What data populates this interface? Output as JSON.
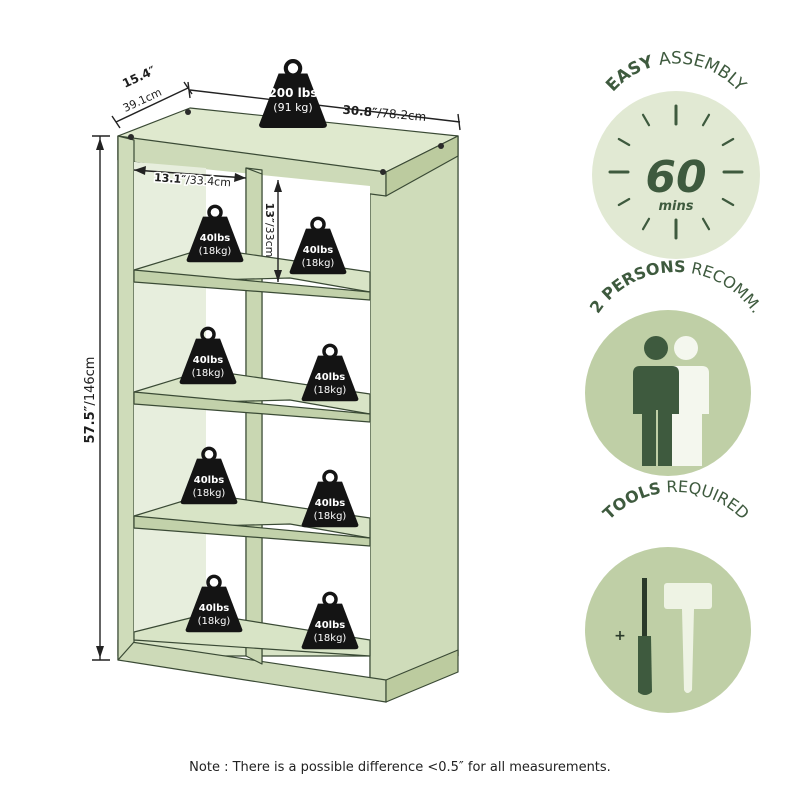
{
  "shelf": {
    "top_load": {
      "primary": "200 lbs",
      "secondary": "(91 kg)"
    },
    "cube_load": {
      "primary": "40lbs",
      "secondary": "(18kg)"
    },
    "depth": {
      "primary": "15.4″",
      "secondary": "39.1cm"
    },
    "width": {
      "primary": "30.8″",
      "secondary": "/78.2cm"
    },
    "height": {
      "primary": "57.5″",
      "secondary": "/146cm"
    },
    "cube_width": {
      "primary": "13.1″",
      "secondary": "/33.4cm"
    },
    "cube_height": {
      "primary": "13″",
      "secondary": "/33cm"
    }
  },
  "badges": [
    {
      "bold": "EASY",
      "rest": " ASSEMBLY",
      "value": "60",
      "unit": "mins"
    },
    {
      "bold": "2 PERSONS",
      "rest": " RECOMM."
    },
    {
      "bold": "TOOLS",
      "rest": " REQUIRED"
    }
  ],
  "colors": {
    "shelf_fill": "#d8e4c6",
    "shelf_edge": "#3a4a35",
    "badge_light": "#e1e9d3",
    "badge_mid": "#bfcfa6",
    "badge_dark": "#3e5a3e",
    "weight": "#141414"
  },
  "note": "Note : There is a possible difference <0.5″ for all measurements."
}
